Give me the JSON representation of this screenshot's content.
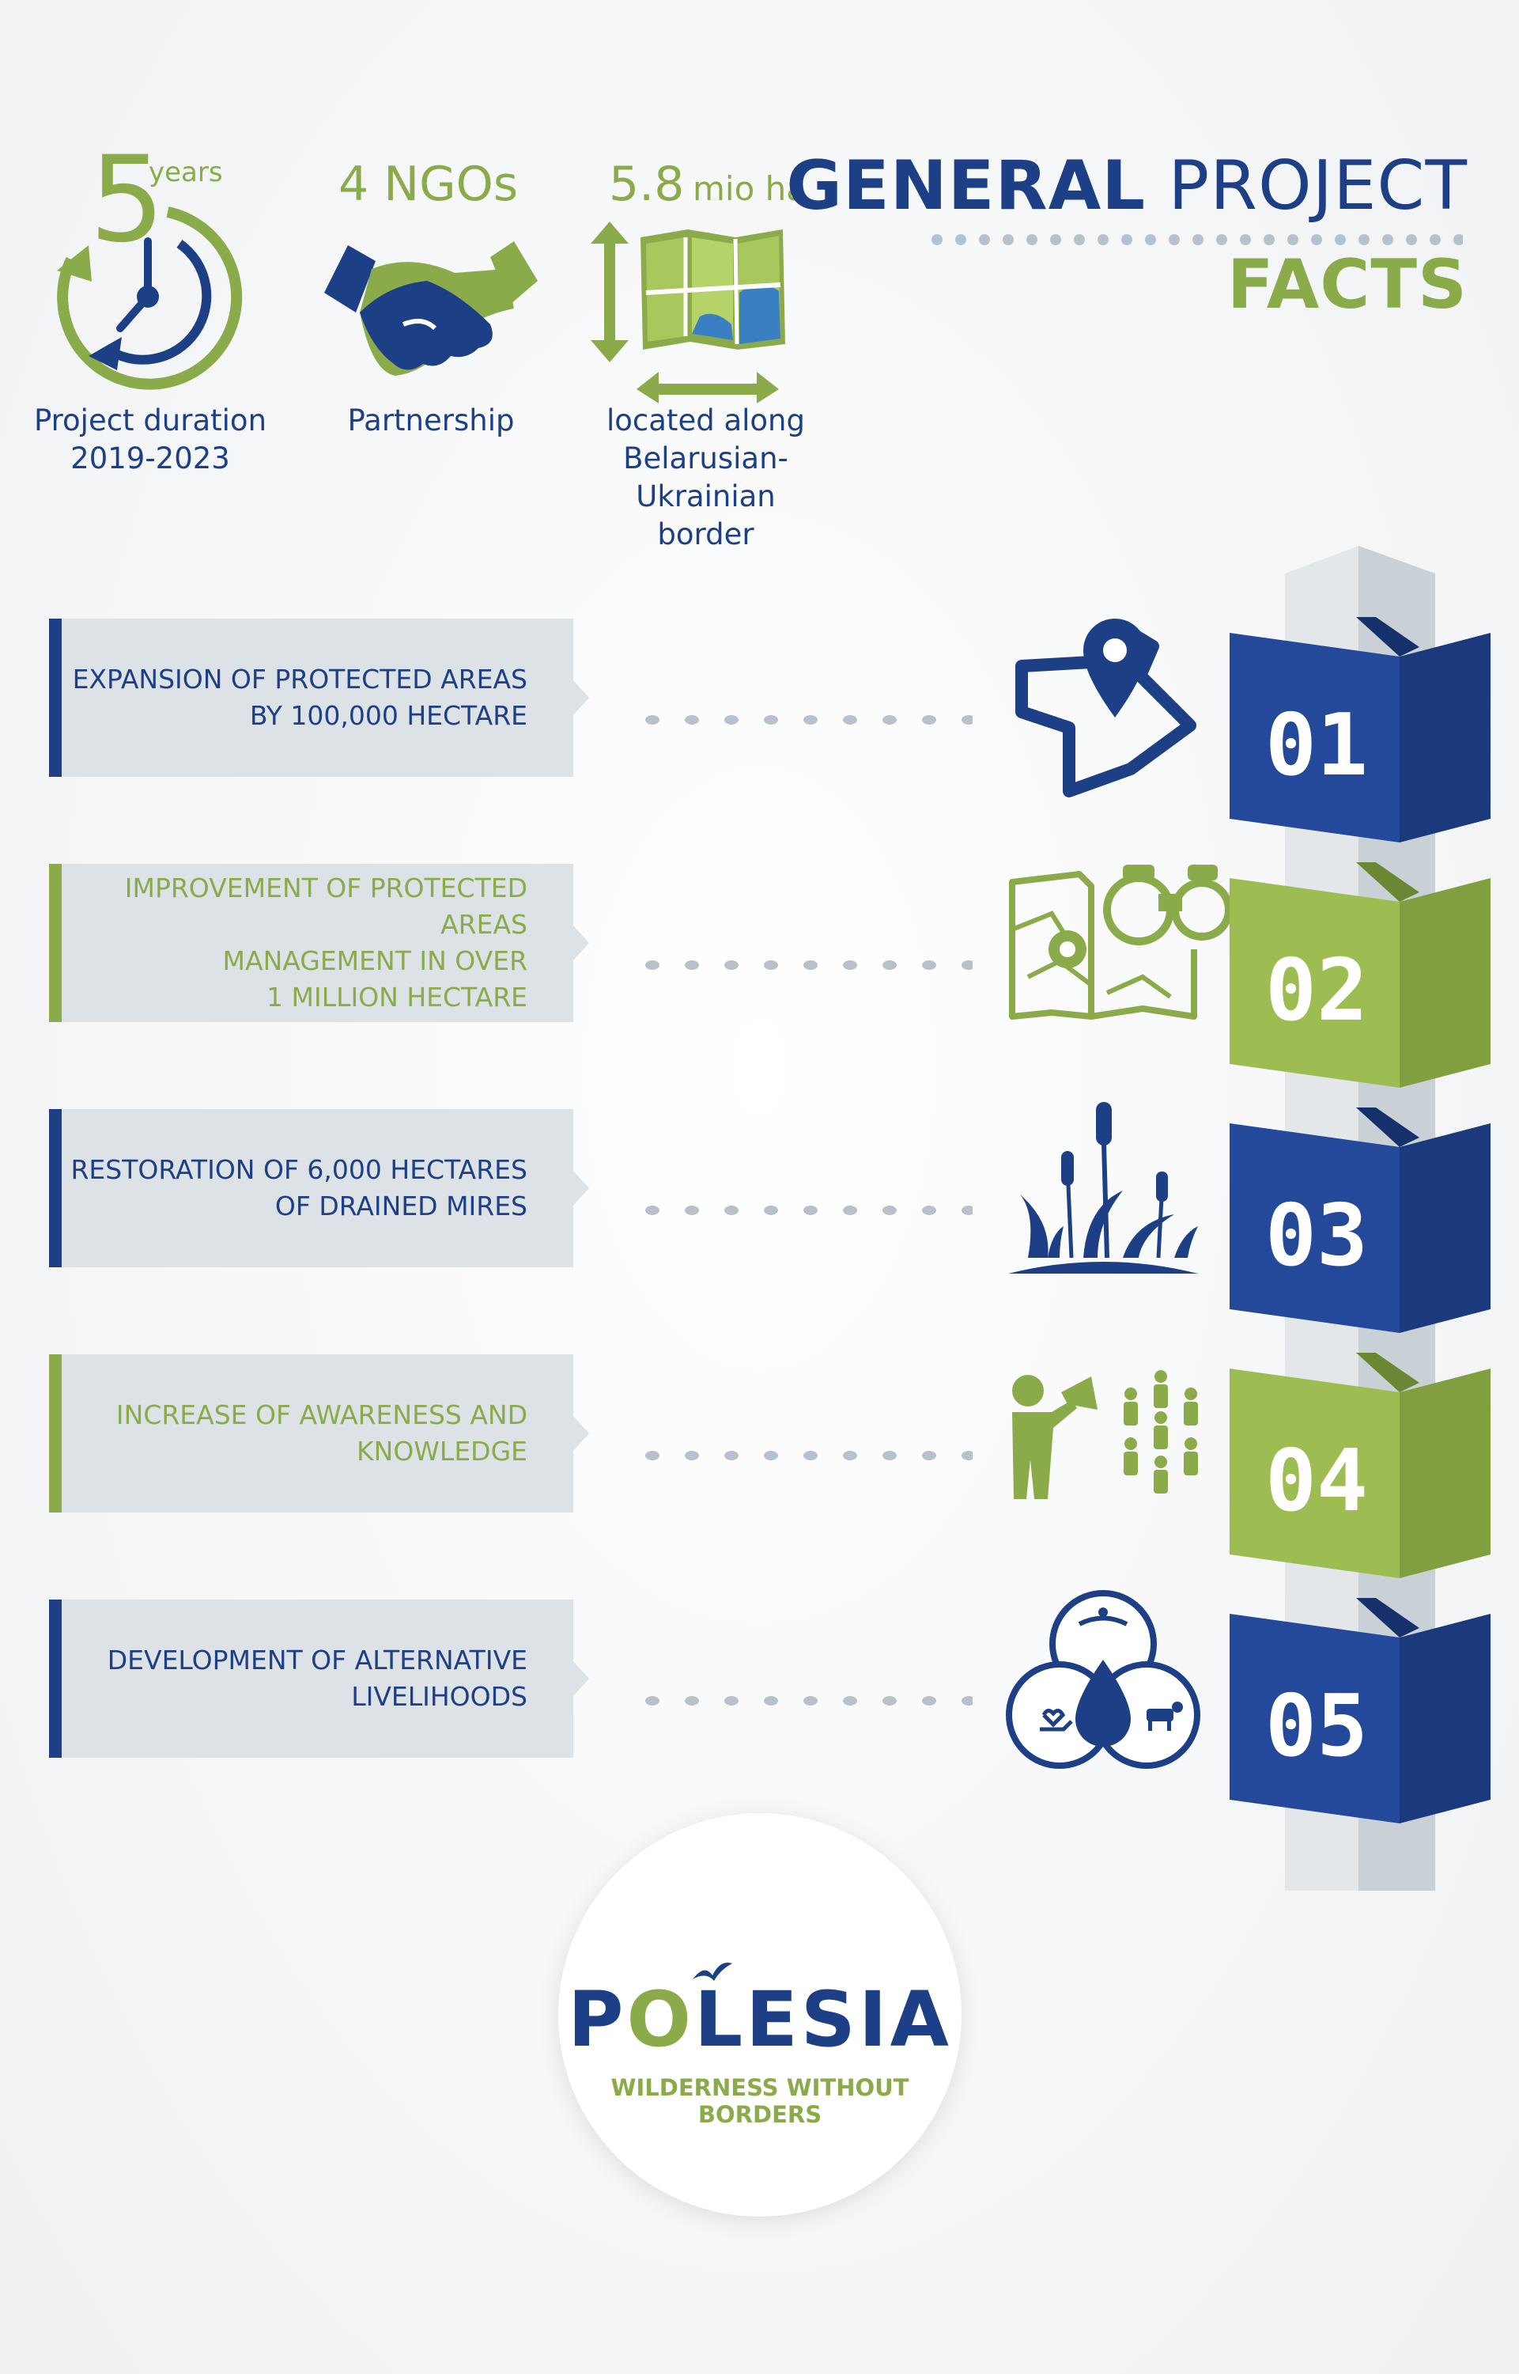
{
  "facts": {
    "duration": {
      "number": "5",
      "unit": "years",
      "label_line1": "Project duration",
      "label_line2": "2019-2023"
    },
    "partnership": {
      "number": "4 NGOs",
      "label": "Partnership"
    },
    "area": {
      "number": "5.8",
      "unit": "mio ha",
      "label_line1": "located along",
      "label_line2": "Belarusian-Ukrainian",
      "label_line3": "border"
    }
  },
  "title": {
    "word1": "GENERAL",
    "word2": "PROJECT",
    "word3": "FACTS"
  },
  "colors": {
    "blue": "#1d3f86",
    "green": "#8bab4b",
    "box": "#dde2e6",
    "pillar": "#d4dade"
  },
  "items": [
    {
      "number": "01",
      "line1": "EXPANSION OF PROTECTED AREAS",
      "line2": "BY 100,000 HECTARE",
      "line3": "",
      "color": "blue",
      "icon": "map-pin-region-icon"
    },
    {
      "number": "02",
      "line1": "IMPROVEMENT OF PROTECTED AREAS",
      "line2": "MANAGEMENT IN OVER",
      "line3": "1 MILLION HECTARE",
      "color": "green",
      "icon": "map-binoculars-icon"
    },
    {
      "number": "03",
      "line1": "RESTORATION OF 6,000 HECTARES",
      "line2": "OF DRAINED MIRES",
      "line3": "",
      "color": "blue",
      "icon": "reeds-mire-icon"
    },
    {
      "number": "04",
      "line1": "INCREASE OF AWARENESS AND",
      "line2": "KNOWLEDGE",
      "line3": "",
      "color": "green",
      "icon": "megaphone-crowd-icon"
    },
    {
      "number": "05",
      "line1": "DEVELOPMENT OF ALTERNATIVE",
      "line2": "LIVELIHOODS",
      "line3": "",
      "color": "blue",
      "icon": "livelihoods-circles-icon"
    }
  ],
  "logo": {
    "name_p": "P",
    "name_o": "O",
    "name_rest": "LESIA",
    "tagline": "WILDERNESS WITHOUT BORDERS"
  }
}
